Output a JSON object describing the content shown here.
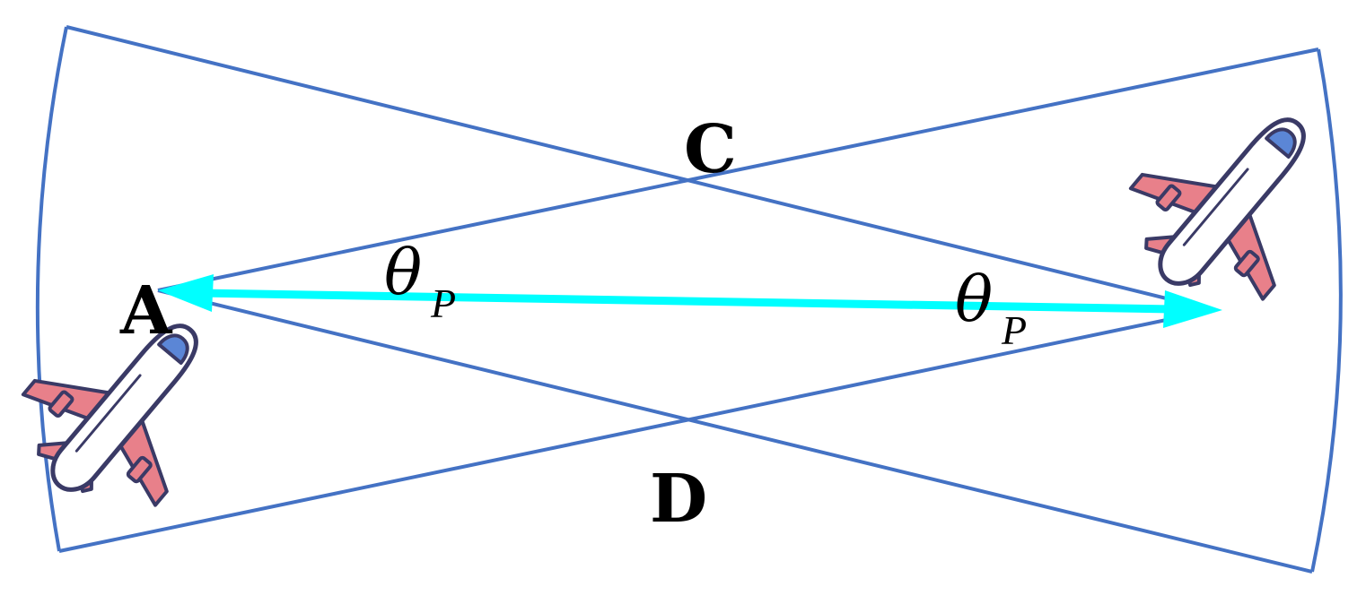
{
  "labels": {
    "point_a": "A",
    "point_c": "C",
    "point_d": "D",
    "angle_symbol": "θ",
    "angle_subscript": "P"
  },
  "colors": {
    "beam_outline": "#4472C4",
    "link_arrow": "#00FFFF",
    "aircraft_wing": "#E8808A",
    "aircraft_body": "#FFFFFF",
    "aircraft_outline": "#3A3A66",
    "aircraft_window": "#5B86D6"
  },
  "icons": {
    "left_aircraft": "airplane-icon",
    "right_aircraft": "airplane-icon"
  }
}
